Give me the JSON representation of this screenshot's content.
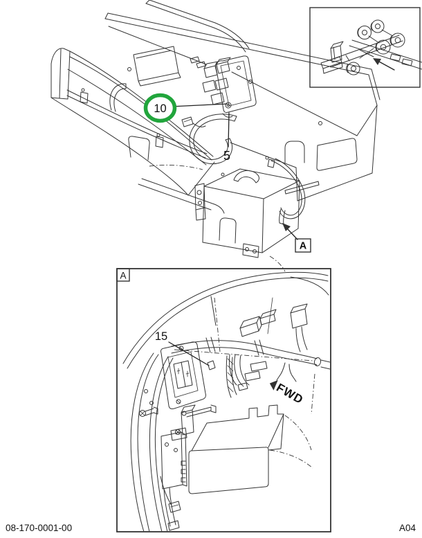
{
  "diagram": {
    "background": "#ffffff",
    "line_color": "#333333",
    "highlight_color": "#21a53c",
    "callouts": {
      "item10": "10",
      "item5": "5",
      "item15": "15"
    },
    "detail_marker_label": "A",
    "detail_view_label": "A",
    "direction_label": "FWD"
  },
  "footer": {
    "doc_number": "08-170-0001-00",
    "page_code": "A04"
  }
}
